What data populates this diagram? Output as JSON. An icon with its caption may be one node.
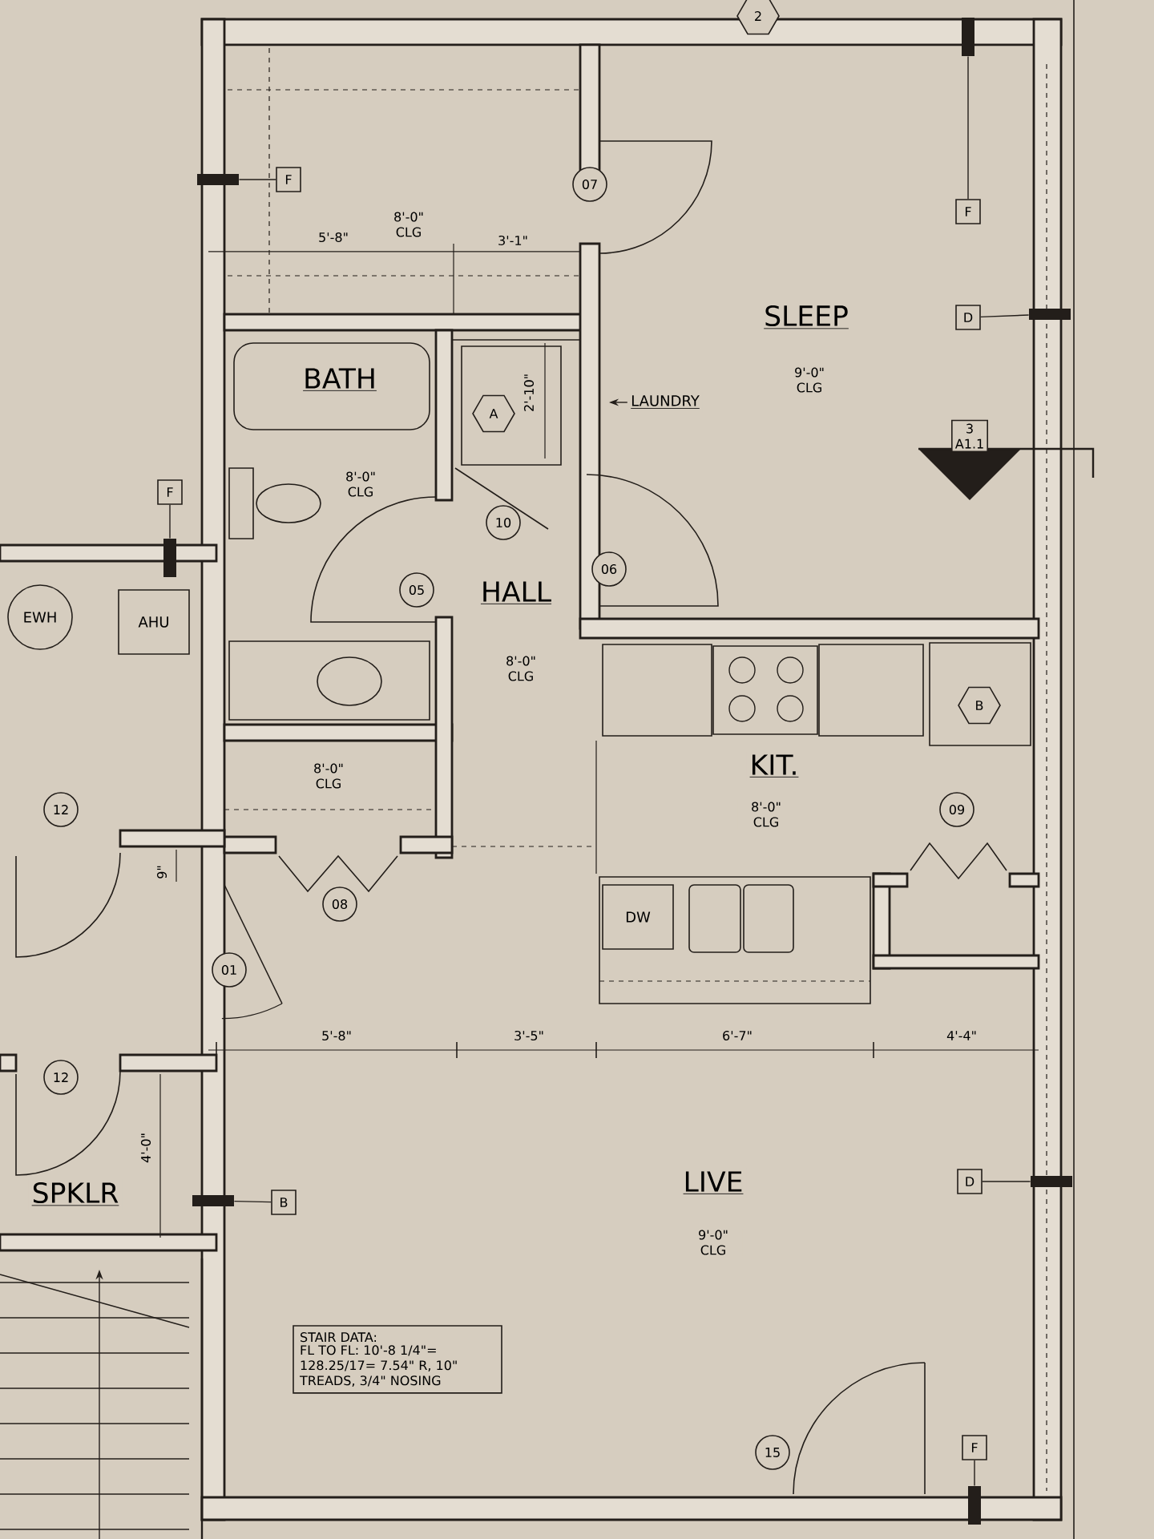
{
  "diagram": {
    "nodes": [
      {
        "text": [
          "2"
        ]
      },
      {
        "text": [
          "F"
        ]
      },
      {
        "text": [
          "07"
        ]
      },
      {
        "text": [
          "F"
        ]
      },
      {
        "text": [
          "D"
        ]
      },
      {
        "text": [
          "A"
        ]
      },
      {
        "text": [
          "LAUNDRY"
        ]
      },
      {
        "text": [
          "3",
          "A1.1"
        ]
      },
      {
        "text": [
          "F"
        ]
      },
      {
        "text": [
          "10"
        ]
      },
      {
        "text": [
          "EWH"
        ]
      },
      {
        "text": [
          "AHU"
        ]
      },
      {
        "text": [
          "05"
        ]
      },
      {
        "text": [
          "06"
        ]
      },
      {
        "text": [
          "B"
        ]
      },
      {
        "text": [
          "09"
        ]
      },
      {
        "text": [
          "12"
        ]
      },
      {
        "text": [
          "08"
        ]
      },
      {
        "text": [
          "DW"
        ]
      },
      {
        "text": [
          "01"
        ]
      },
      {
        "text": [
          "12"
        ]
      },
      {
        "text": [
          "B"
        ]
      },
      {
        "text": [
          "D"
        ]
      },
      {
        "text": [
          "STAIR DATA:",
          "FL TO FL: 10'-8 1/4\"= 128.25/17= 7.54\" R, 10\" TREADS, 3/4\" NOSING"
        ]
      },
      {
        "text": [
          "15"
        ]
      },
      {
        "text": [
          "F"
        ]
      },
      {
        "text": [],
        "shape": "bar"
      },
      {
        "text": [],
        "shape": "bar"
      },
      {
        "text": [],
        "shape": "bar"
      },
      {
        "text": [],
        "shape": "bar"
      },
      {
        "text": [],
        "shape": "bar"
      },
      {
        "text": [],
        "shape": "bar"
      },
      {
        "text": [],
        "shape": "bar"
      }
    ],
    "edges": [
      {
        "from": 1,
        "to": 26,
        "arrow": "none"
      },
      {
        "from": 3,
        "to": 27,
        "arrow": "none"
      },
      {
        "from": 4,
        "to": 28,
        "arrow": "none"
      },
      {
        "from": 6,
        "to": null,
        "arrow": "to"
      },
      {
        "from": 8,
        "to": 29,
        "arrow": "none"
      },
      {
        "from": 21,
        "to": 30,
        "arrow": "none"
      },
      {
        "from": 22,
        "to": 31,
        "arrow": "none"
      },
      {
        "from": 25,
        "to": 32,
        "arrow": "none"
      }
    ],
    "labels": [
      "8'-0\" CLG",
      "5'-8\"",
      "3'-1\"",
      "SLEEP",
      "BATH",
      "9'-0\" CLG",
      "2'-10\"",
      "8'-0\" CLG",
      "HALL",
      "8'-0\" CLG",
      "KIT.",
      "8'-0\" CLG",
      "8'-0\" CLG",
      "9\"",
      "5'-8\"",
      "3'-5\"",
      "6'-7\"",
      "4'-4\"",
      "4'-0\"",
      "SPKLR",
      "LIVE",
      "9'-0\" CLG"
    ]
  }
}
